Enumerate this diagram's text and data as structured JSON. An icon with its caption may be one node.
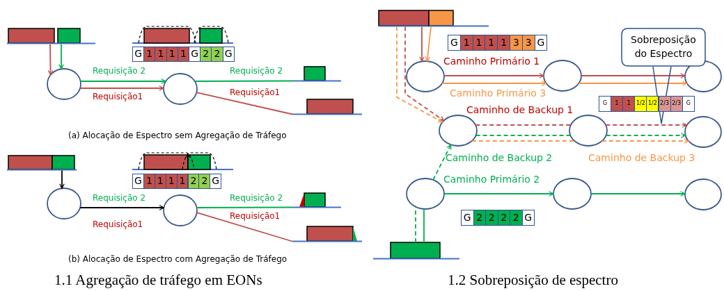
{
  "diagram": {
    "nodes": [
      {
        "text": [],
        "shape": "bar"
      },
      {
        "text": [],
        "shape": "bar"
      },
      {
        "text": [],
        "shape": "circle"
      },
      {
        "text": [],
        "shape": "circle"
      },
      {
        "text": [],
        "shape": "bar"
      },
      {
        "text": [],
        "shape": "bar"
      },
      {
        "text": [],
        "shape": "bar"
      },
      {
        "text": [],
        "shape": "bar"
      },
      {
        "text": [],
        "shape": "circle"
      },
      {
        "text": [],
        "shape": "circle"
      },
      {
        "text": [],
        "shape": "bar"
      },
      {
        "text": [],
        "shape": "bar"
      },
      {
        "text": [],
        "shape": "bar"
      },
      {
        "text": [],
        "shape": "bar"
      },
      {
        "text": [],
        "shape": "circle"
      },
      {
        "text": [],
        "shape": "circle"
      },
      {
        "text": [],
        "shape": "circle"
      },
      {
        "text": [
          "Sobreposição do Espectro"
        ]
      },
      {
        "text": [],
        "shape": "circle"
      },
      {
        "text": [],
        "shape": "circle"
      },
      {
        "text": [],
        "shape": "circle"
      },
      {
        "text": [],
        "shape": "circle"
      },
      {
        "text": [],
        "shape": "circle"
      },
      {
        "text": [],
        "shape": "circle"
      },
      {
        "text": [],
        "shape": "bar"
      }
    ],
    "edges": [
      {
        "from": 0,
        "to": 2,
        "arrow": "to",
        "color": "#c0504d"
      },
      {
        "from": 1,
        "to": 2,
        "arrow": "to",
        "color": "#00b050"
      },
      {
        "from": 2,
        "to": 3,
        "arrow": "to",
        "label": "Requisição1",
        "color": "#c0504d"
      },
      {
        "from": 2,
        "to": 3,
        "arrow": "to",
        "label": "Requisição 2",
        "color": "#00b050"
      },
      {
        "from": 3,
        "to": 4,
        "arrow": "none",
        "label": "Requisição 2",
        "color": "#00b050"
      },
      {
        "from": 3,
        "to": 5,
        "arrow": "none",
        "label": "Requisição1",
        "color": "#c0504d"
      },
      {
        "from": 7,
        "to": 8,
        "arrow": "to",
        "color": "#000000"
      },
      {
        "from": 8,
        "to": 9,
        "arrow": "to",
        "color": "#000000"
      },
      {
        "from": 9,
        "to": 10,
        "arrow": "none",
        "label": "Requisição 2",
        "color": "#00b050"
      },
      {
        "from": 9,
        "to": 11,
        "arrow": "none",
        "label": "Requisição1",
        "color": "#c0504d"
      },
      {
        "from": 12,
        "to": 14,
        "arrow": "to",
        "color": "#c0504d"
      },
      {
        "from": 13,
        "to": 14,
        "arrow": "to",
        "color": "#f79646"
      },
      {
        "from": 14,
        "to": 15,
        "arrow": "to",
        "label": "Caminho Primário 1",
        "color": "#c0504d"
      },
      {
        "from": 15,
        "to": 16,
        "arrow": "to",
        "color": "#c0504d"
      },
      {
        "from": 14,
        "to": 15,
        "arrow": "to",
        "label": "Caminho Primário 3",
        "color": "#f79646"
      },
      {
        "from": 15,
        "to": 16,
        "arrow": "to",
        "color": "#f79646"
      },
      {
        "from": 12,
        "to": 18,
        "arrow": "to",
        "style": "dashed",
        "color": "#c0504d"
      },
      {
        "from": 18,
        "to": 19,
        "arrow": "none",
        "label": "Caminho de Backup 1",
        "style": "dashed",
        "color": "#c0504d"
      },
      {
        "from": 19,
        "to": 20,
        "arrow": "to",
        "style": "dashed",
        "color": "#c0504d"
      },
      {
        "from": 12,
        "to": 18,
        "arrow": "to",
        "style": "dashed",
        "color": "#f79646"
      },
      {
        "from": 18,
        "to": 19,
        "arrow": "none",
        "style": "dashed",
        "color": "#f79646"
      },
      {
        "from": 19,
        "to": 20,
        "arrow": "to",
        "label": "Caminho de Backup 3",
        "style": "dashed",
        "color": "#f79646"
      },
      {
        "from": 24,
        "to": 21,
        "arrow": "none",
        "color": "#00b050"
      },
      {
        "from": 21,
        "to": 22,
        "arrow": "to",
        "label": "Caminho Primário 2",
        "color": "#00b050"
      },
      {
        "from": 22,
        "to": 23,
        "arrow": "to",
        "color": "#00b050"
      },
      {
        "from": 24,
        "to": 21,
        "arrow": "none",
        "style": "dashed",
        "color": "#00b050"
      },
      {
        "from": 21,
        "to": 18,
        "arrow": "to",
        "label": "Caminho de Backup 2",
        "style": "dashed",
        "color": "#00b050"
      },
      {
        "from": 18,
        "to": 19,
        "arrow": "none",
        "style": "dashed",
        "color": "#00b050"
      },
      {
        "from": 19,
        "to": 20,
        "arrow": "to",
        "style": "dashed",
        "color": "#00b050"
      },
      {
        "from": 17,
        "to": null,
        "arrow": "none",
        "color": "#2f528f"
      }
    ],
    "labels": [
      "G",
      "1",
      "1",
      "1",
      "1",
      "G",
      "2",
      "2",
      "G",
      "(a) Alocação de Espectro sem Agregação de Tráfego",
      "G",
      "1",
      "1",
      "1",
      "1",
      "2",
      "2",
      "G",
      "Requisição 2",
      "Requisição1",
      "(b) Alocação de Espectro com Agregação de Tráfego",
      "1.1 Agregação de tráfego em EONs",
      "G",
      "1",
      "1",
      "1",
      "1",
      "3",
      "3",
      "G",
      "G",
      "1",
      "1",
      "1/2",
      "1/2",
      "2/3",
      "2/3",
      "G",
      "G",
      "2",
      "2",
      "2",
      "2",
      "G",
      "1.2 Sobreposição de espectro"
    ]
  }
}
